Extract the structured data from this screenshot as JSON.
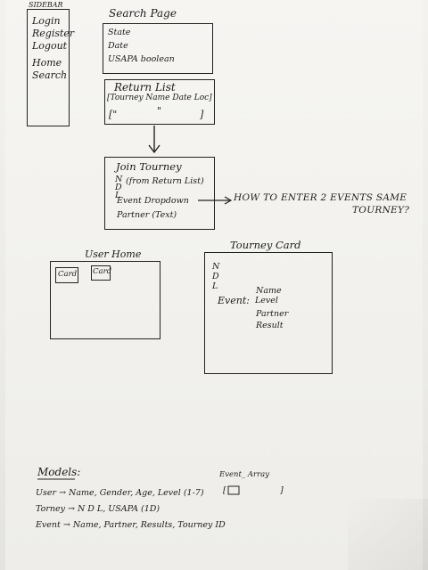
{
  "sidebar": {
    "title": "SIDEBAR",
    "items": [
      "Login",
      "Register",
      "Logout",
      "Home",
      "Search"
    ]
  },
  "search_page": {
    "title": "Search Page",
    "fields": [
      "State",
      "Date",
      "USAPA boolean"
    ]
  },
  "return_list": {
    "title": "Return List",
    "row1": "[Tourney Name Date Loc]",
    "row2_open": "[\"",
    "row2_dots": "\"",
    "row2_close": "]"
  },
  "join_tourney": {
    "title": "Join Tourney",
    "ndl": [
      "N",
      "D",
      "L"
    ],
    "from_label": "(from Return List)",
    "event_dropdown": "Event Dropdown",
    "question": "HOW TO ENTER 2 EVENTS SAME",
    "question2": "TOURNEY?",
    "partner": "Partner (Text)"
  },
  "user_home": {
    "title": "User Home",
    "cards": [
      "Card",
      "Card"
    ]
  },
  "tourney_card": {
    "title": "Tourney Card",
    "ndl": [
      "N",
      "D",
      "L"
    ],
    "event_label": "Event:",
    "event_fields": [
      "Name",
      "Level",
      "Partner",
      "Result"
    ]
  },
  "models": {
    "title": "Models:",
    "event_array": "Event_ Array",
    "user": "User → Name, Gender, Age, Level (1-7)",
    "tourney": "Torney → N D L, USAPA (1D)",
    "event": "Event → Name, Partner, Results, Tourney ID",
    "array_open": "[",
    "array_close": "]"
  }
}
